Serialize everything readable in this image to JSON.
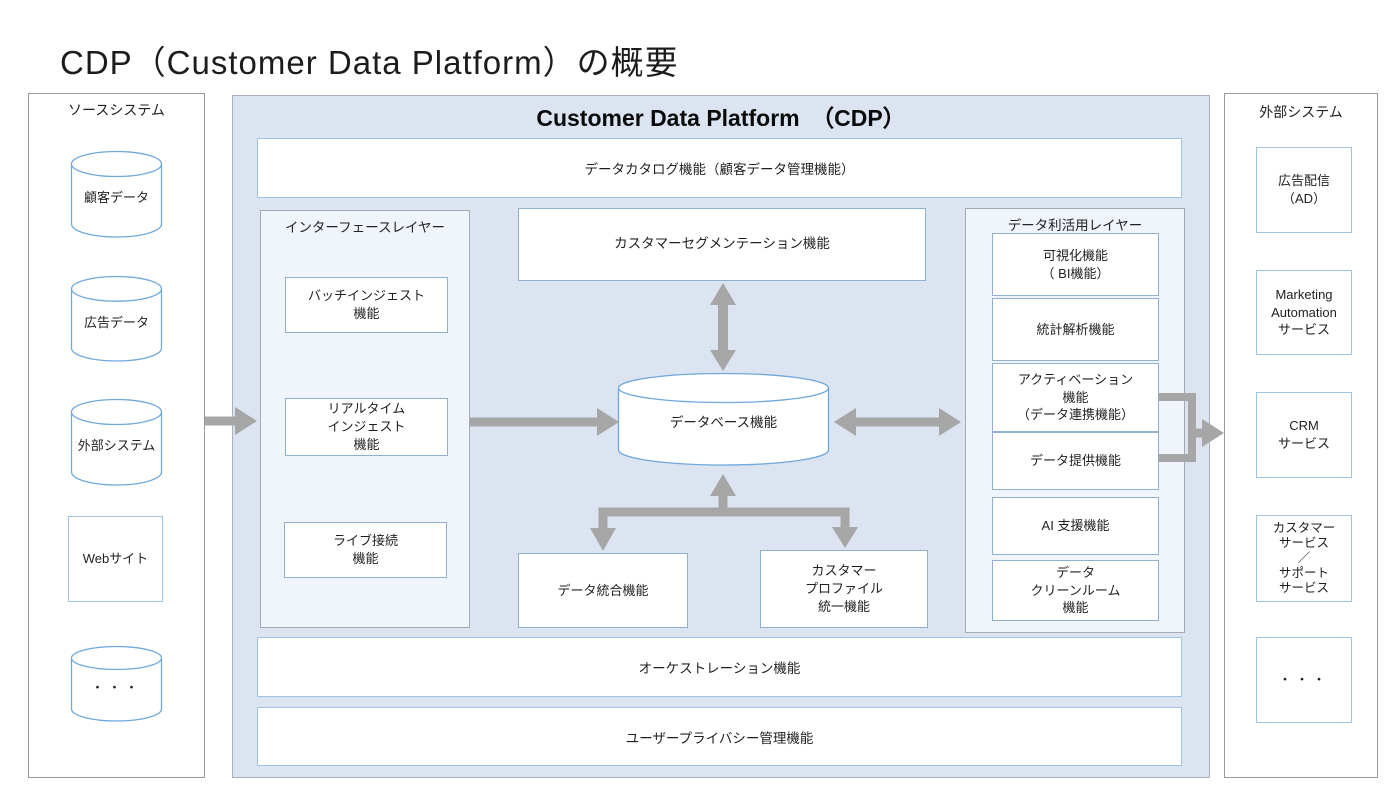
{
  "page_title": "CDP（Customer Data Platform）の概要",
  "colors": {
    "arrow_gray": "#a6a6a6",
    "cdp_background": "#dce4f2",
    "layer_background": "#f0f4fb",
    "box_border_blue": "#8fafcf",
    "bar_border_blue": "#9dc3e6",
    "cylinder_stroke_blue": "#6fa8dc"
  },
  "source_panel": {
    "title": "ソースシステム",
    "items": [
      {
        "label": "顧客データ",
        "shape": "cylinder"
      },
      {
        "label": "広告データ",
        "shape": "cylinder"
      },
      {
        "label": "外部システム",
        "shape": "cylinder"
      },
      {
        "label": "Webサイト",
        "shape": "rect"
      },
      {
        "label": "・・・",
        "shape": "cylinder"
      }
    ]
  },
  "cdp": {
    "title": "Customer Data Platform　（CDP）",
    "catalog_bar": {
      "label": "データカタログ機能（顧客データ管理機能）"
    },
    "interface_layer": {
      "title": "インターフェースレイヤー",
      "items": [
        {
          "label": "バッチインジェスト\n機能"
        },
        {
          "label": "リアルタイム\nインジェスト\n機能"
        },
        {
          "label": "ライブ接続\n機能"
        }
      ]
    },
    "segmentation": {
      "label": "カスタマーセグメンテーション機能"
    },
    "database": {
      "label": "データベース機能"
    },
    "integration": {
      "label": "データ統合機能"
    },
    "profile": {
      "label": "カスタマー\nプロファイル\n統一機能"
    },
    "utilization_layer": {
      "title": "データ利活用レイヤー",
      "items": [
        {
          "label": "可視化機能\n（ BI機能）"
        },
        {
          "label": "統計解析機能"
        },
        {
          "label": "アクティベーション\n機能\n（データ連携機能）"
        },
        {
          "label": "データ提供機能"
        },
        {
          "label": "AI 支援機能"
        },
        {
          "label": "データ\nクリーンルーム\n機能"
        }
      ]
    },
    "orchestration_bar": {
      "label": "オーケストレーション機能"
    },
    "privacy_bar": {
      "label": "ユーザープライバシー管理機能"
    }
  },
  "external_panel": {
    "title": "外部システム",
    "items": [
      {
        "label": "広告配信\n（AD）"
      },
      {
        "label": "Marketing\nAutomation\nサービス"
      },
      {
        "label": "CRM\nサービス"
      },
      {
        "label": "カスタマー\nサービス\n／\nサポート\nサービス"
      },
      {
        "label": "・・・"
      }
    ]
  }
}
